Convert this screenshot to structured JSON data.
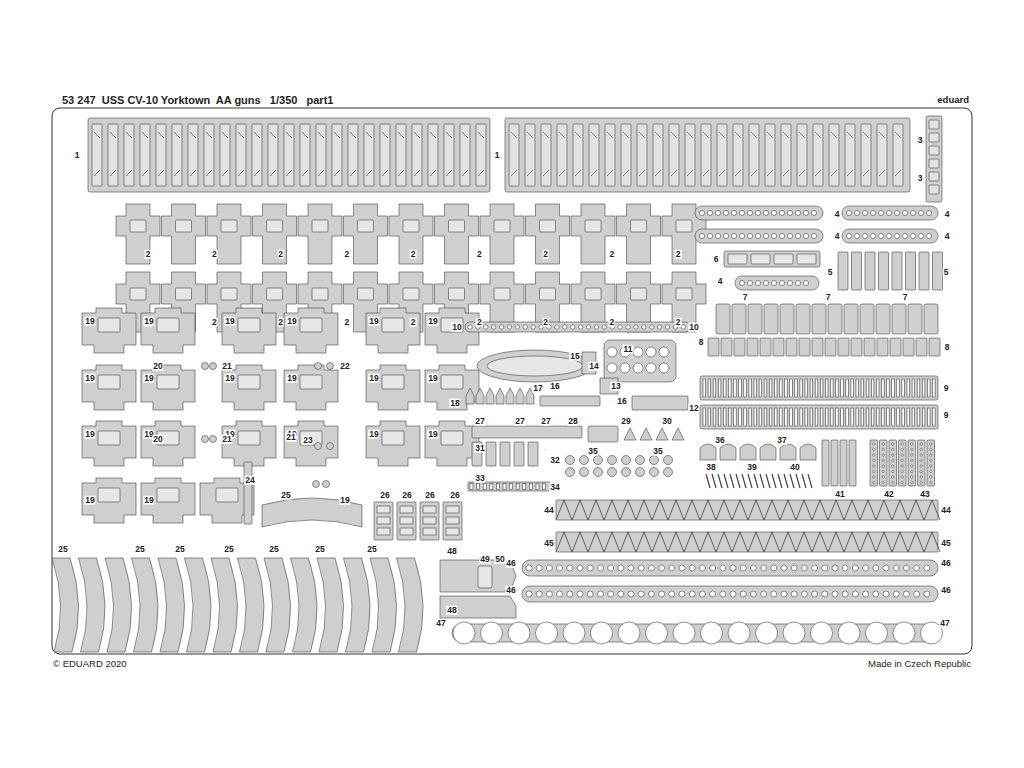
{
  "diagram": {
    "title": "53 247  USS CV-10 Yorktown  AA guns   1/350   part1",
    "labels": [
      "eduard",
      "1",
      "1",
      "3",
      "3",
      "2",
      "2",
      "2",
      "2",
      "2",
      "2",
      "2",
      "2",
      "2",
      "2",
      "2",
      "2",
      "2",
      "2",
      "2",
      "2",
      "2",
      "2",
      "4",
      "4",
      "4",
      "4",
      "6",
      "5",
      "5",
      "4",
      "7",
      "7",
      "7",
      "10",
      "10",
      "19",
      "19",
      "19",
      "19",
      "19",
      "19",
      "8",
      "11",
      "8",
      "15",
      "20",
      "21",
      "22",
      "14",
      "19",
      "19",
      "19",
      "19",
      "19",
      "19",
      "17",
      "16",
      "13",
      "9",
      "18",
      "16",
      "12",
      "9",
      "27",
      "27",
      "27",
      "28",
      "29",
      "30",
      "19",
      "19",
      "19",
      "19",
      "19",
      "19",
      "20",
      "21",
      "21",
      "23",
      "36",
      "37",
      "31",
      "35",
      "35",
      "32",
      "38",
      "39",
      "40",
      "33",
      "24",
      "34",
      "19",
      "19",
      "19",
      "25",
      "26",
      "26",
      "26",
      "26",
      "41",
      "42",
      "43",
      "44",
      "44",
      "45",
      "45",
      "25",
      "25",
      "25",
      "25",
      "25",
      "25",
      "25",
      "48",
      "49",
      "50",
      "46",
      "46",
      "46",
      "46",
      "48",
      "47",
      "47",
      "© EDUARD 2020",
      "Made in Czech Republic"
    ]
  }
}
